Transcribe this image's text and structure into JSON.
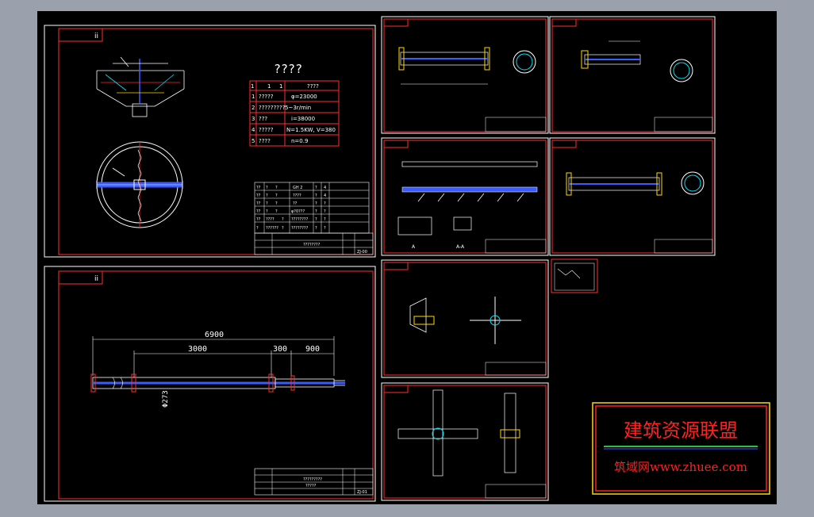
{
  "colors": {
    "background": "#000000",
    "outer": "#9aa1ad",
    "frame": "#ff2b2b",
    "line": "#ffffff",
    "shaft": "#3a5cff",
    "cyan": "#00e5ff",
    "green": "#33ff66",
    "yellow": "#ffd700",
    "watermark_red": "#ff2020"
  },
  "sheet1": {
    "tab": "ii",
    "heading": "????",
    "spec_header": [
      "1",
      "1",
      "1",
      "????"
    ],
    "spec_rows": [
      {
        "n": "1",
        "name": "?????",
        "value": "φ=23000"
      },
      {
        "n": "2",
        "name": "?????????",
        "value": "5~3r/min"
      },
      {
        "n": "3",
        "name": "???",
        "value": "i=38000"
      },
      {
        "n": "4",
        "name": "?????",
        "value": "N=1.5KW,  V=380"
      },
      {
        "n": "5",
        "name": "????",
        "value": "n=0.9"
      }
    ],
    "bom_rows": [
      [
        "??",
        "?",
        "?",
        "GH 2",
        "?",
        "4"
      ],
      [
        "??",
        "?",
        "?",
        "????",
        "?",
        "4"
      ],
      [
        "??",
        "?",
        "?",
        "??",
        "?",
        "?"
      ],
      [
        "??",
        "?",
        "?",
        "φ?0???",
        "?",
        "?"
      ],
      [
        "??",
        "????",
        "?",
        "????????",
        "?",
        "?"
      ],
      [
        "?",
        "??????",
        "?",
        "????????",
        "?",
        "?"
      ]
    ],
    "title_main": "????????",
    "title_code": "ZJ-00"
  },
  "sheet2": {
    "tab": "ii",
    "dim_total": "6900",
    "dim_a": "3000",
    "dim_b": "300",
    "dim_c": "900",
    "dia": "Φ273",
    "title_main": "?????????",
    "title_sub": "?????",
    "title_code": "ZJ-01"
  },
  "sheet6": {
    "label_a": "A",
    "label_aa": "A-A"
  },
  "watermark": {
    "line1": "建筑资源联盟",
    "line2": "筑域网www.zhuee.com"
  }
}
